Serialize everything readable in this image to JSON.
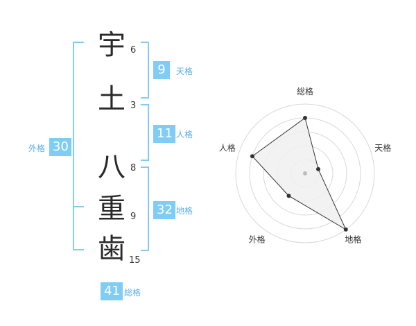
{
  "name_chars": [
    {
      "char": "宇",
      "strokes": "6"
    },
    {
      "char": "土",
      "strokes": "3"
    },
    {
      "char": "八",
      "strokes": "8"
    },
    {
      "char": "重",
      "strokes": "9"
    },
    {
      "char": "歯",
      "strokes": "15"
    }
  ],
  "fortunes": {
    "tenkaku": {
      "label": "天格",
      "value": "9"
    },
    "jinkaku": {
      "label": "人格",
      "value": "11"
    },
    "chikaku": {
      "label": "地格",
      "value": "32"
    },
    "gaikaku": {
      "label": "外格",
      "value": "30"
    },
    "soukaku": {
      "label": "総格",
      "value": "41"
    }
  },
  "colors": {
    "accent": "#7fcdf7",
    "label": "#5aaee8",
    "grid": "#d8d8d8",
    "fill": "#f0f0f0",
    "line": "#333333"
  },
  "chart_data": {
    "type": "radar",
    "axes": [
      "総格",
      "天格",
      "地格",
      "外格",
      "人格"
    ],
    "values": [
      4,
      1,
      5,
      2,
      4
    ],
    "range": [
      0,
      5
    ],
    "rings": 5
  }
}
